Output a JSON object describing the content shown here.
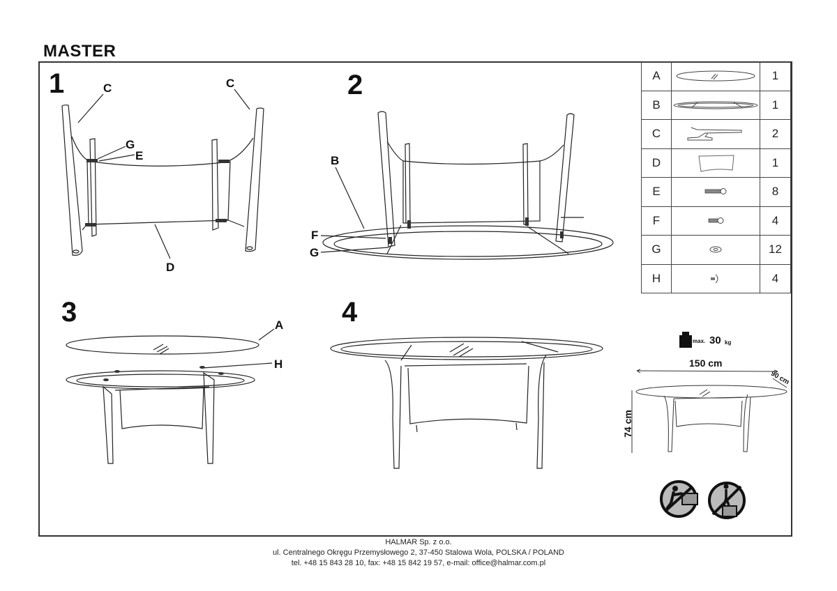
{
  "document": {
    "title": "MASTER",
    "steps": [
      {
        "number": "1",
        "callouts": [
          "C",
          "C",
          "G",
          "E",
          "D"
        ]
      },
      {
        "number": "2",
        "callouts": [
          "B",
          "F",
          "G"
        ]
      },
      {
        "number": "3",
        "callouts": [
          "A",
          "H"
        ]
      },
      {
        "number": "4",
        "callouts": []
      }
    ]
  },
  "parts_table": {
    "rows": [
      {
        "letter": "A",
        "icon": "glass-top-icon",
        "qty": "1"
      },
      {
        "letter": "B",
        "icon": "oval-frame-icon",
        "qty": "1"
      },
      {
        "letter": "C",
        "icon": "leg-bracket-icon",
        "qty": "2"
      },
      {
        "letter": "D",
        "icon": "panel-icon",
        "qty": "1"
      },
      {
        "letter": "E",
        "icon": "long-bolt-icon",
        "qty": "8"
      },
      {
        "letter": "F",
        "icon": "short-bolt-icon",
        "qty": "4"
      },
      {
        "letter": "G",
        "icon": "washer-icon",
        "qty": "12"
      },
      {
        "letter": "H",
        "icon": "suction-pad-icon",
        "qty": "4"
      }
    ]
  },
  "specs": {
    "max_label": "max.",
    "max_value": "30",
    "max_unit": "kg",
    "length": "150 cm",
    "depth": "90 cm",
    "height": "74 cm",
    "warnings": [
      "no-climbing-icon",
      "no-standing-icon"
    ]
  },
  "footer": {
    "company": "HALMAR Sp. z o.o.",
    "address": "ul. Centralnego Okręgu Przemysłowego 2, 37-450 Stalowa Wola, POLSKA / POLAND",
    "contact": "tel. +48 15 843 28 10, fax: +48 15 842 19 57, e-mail: office@halmar.com.pl"
  }
}
